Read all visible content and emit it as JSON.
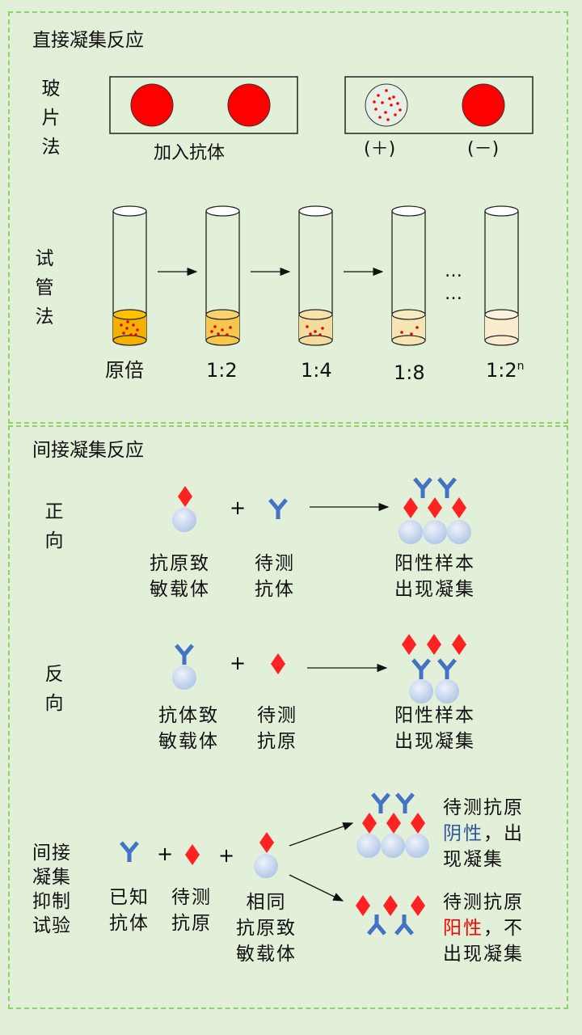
{
  "direct": {
    "title": "直接凝集反应",
    "slide_label": "玻片法",
    "slide_caption": "加入抗体",
    "slide_pos": "(＋)",
    "slide_neg": "(－)",
    "tube_label": "试管法",
    "dilutions": [
      "原倍",
      "1:2",
      "1:4",
      "1:8",
      "1:2"
    ],
    "dilution_sup": "n",
    "ellipsis": "…\n…"
  },
  "indirect": {
    "title": "间接凝集反应",
    "forward": {
      "label": "正向",
      "carrier": "抗原致\n敏载体",
      "sample": "待测\n抗体",
      "result": "阳性样本\n出现凝集"
    },
    "reverse": {
      "label": "反向",
      "carrier": "抗体致\n敏载体",
      "sample": "待测\n抗原",
      "result": "阳性样本\n出现凝集"
    },
    "inhibition": {
      "label": "间接凝集抑制试验",
      "known_ab": "已知\n抗体",
      "sample": "待测\n抗原",
      "carrier": "相同\n抗原致\n敏载体",
      "neg_prefix": "待测抗原",
      "neg_word": "阴性",
      "neg_suffix": "，出\n现凝集",
      "pos_prefix": "待测抗原",
      "pos_word": "阳性",
      "pos_suffix": "，不\n出现凝集"
    }
  },
  "colors": {
    "background": "#e2efd9",
    "border": "#8fd16a",
    "red": "#ff0000",
    "antibody": "#4472c4",
    "bead": "#b4c7e7",
    "negative_word": "#2e5597",
    "positive_word": "#ff0000"
  }
}
